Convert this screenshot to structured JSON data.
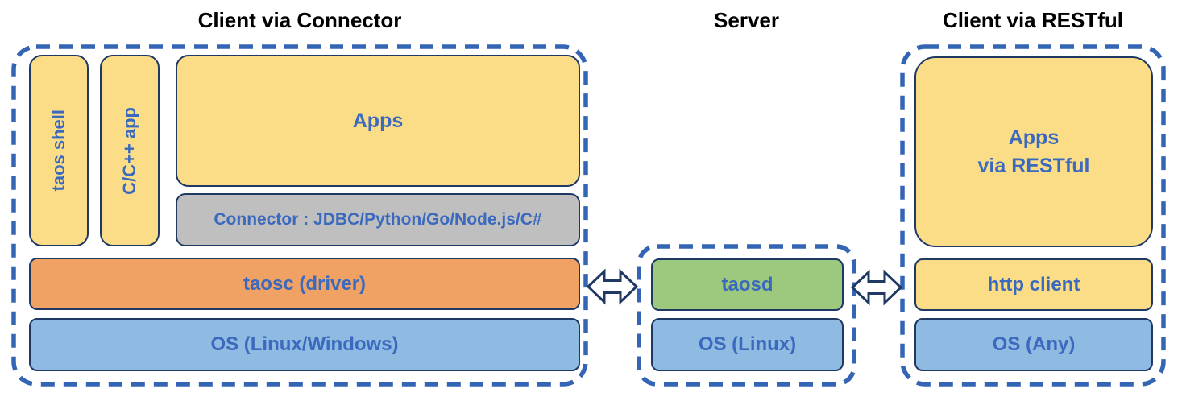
{
  "colors": {
    "box_yellow": "#FBDD88",
    "box_orange": "#F0A264",
    "box_green": "#9CC97E",
    "box_blue": "#8FBBE2",
    "box_gray": "#BFBFBF",
    "box_border_navy": "#1F3864",
    "dashed_border_blue": "#3465B5",
    "label_blue": "#3A69BE",
    "title_black": "#000000",
    "background": "#FFFFFF"
  },
  "sections": {
    "client_connector": {
      "title": "Client via Connector",
      "taos_shell_label": "taos shell",
      "cpp_app_label": "C/C++ app",
      "apps_label": "Apps",
      "connector_label": "Connector : JDBC/Python/Go/Node.js/C#",
      "taosc_label": "taosc (driver)",
      "os_label": "OS (Linux/Windows)"
    },
    "server": {
      "title": "Server",
      "taosd_label": "taosd",
      "os_label": "OS (Linux)"
    },
    "client_restful": {
      "title": "Client via RESTful",
      "apps_label": "Apps\nvia RESTful",
      "http_client_label": "http client",
      "os_label": "OS (Any)"
    }
  }
}
